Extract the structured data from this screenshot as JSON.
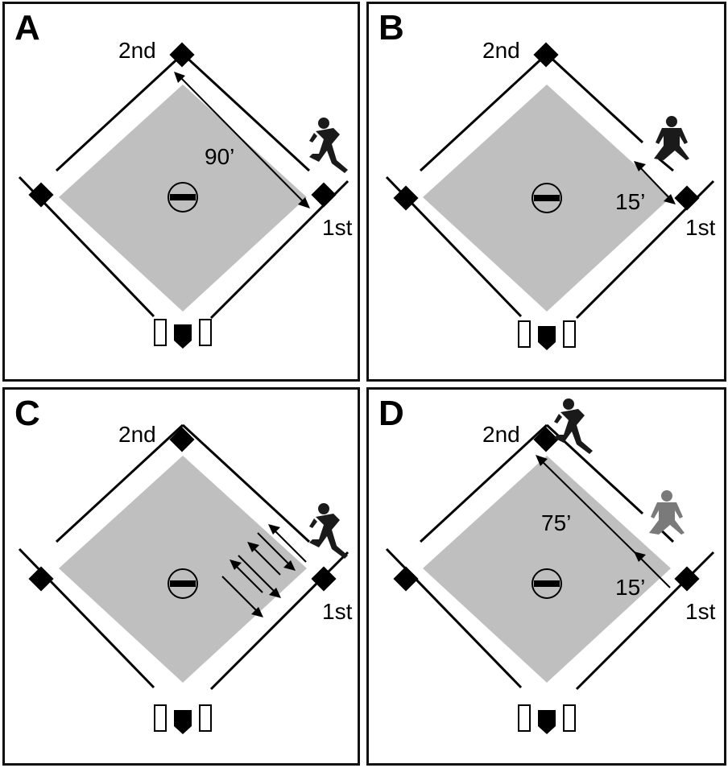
{
  "figure": {
    "panels": [
      {
        "letter": "A",
        "base_labels": {
          "second": "2nd",
          "first": "1st"
        },
        "distance_labels": [
          "90’"
        ]
      },
      {
        "letter": "B",
        "base_labels": {
          "second": "2nd",
          "first": "1st"
        },
        "distance_labels": [
          "15’"
        ]
      },
      {
        "letter": "C",
        "base_labels": {
          "second": "2nd",
          "first": "1st"
        },
        "distance_labels": []
      },
      {
        "letter": "D",
        "base_labels": {
          "second": "2nd",
          "first": "1st"
        },
        "distance_labels": [
          "75’",
          "15’"
        ]
      }
    ]
  },
  "colors": {
    "infield": "#bfbfbf",
    "line": "#000000",
    "runner": "#1a1a1a",
    "fielder_ghost": "#7a7a7a",
    "background": "#ffffff"
  },
  "icons": [
    "base-icon",
    "pitcher-mound-icon",
    "home-plate-icon",
    "batter-box-icon",
    "runner-icon",
    "fielder-icon",
    "arrow-icon"
  ]
}
